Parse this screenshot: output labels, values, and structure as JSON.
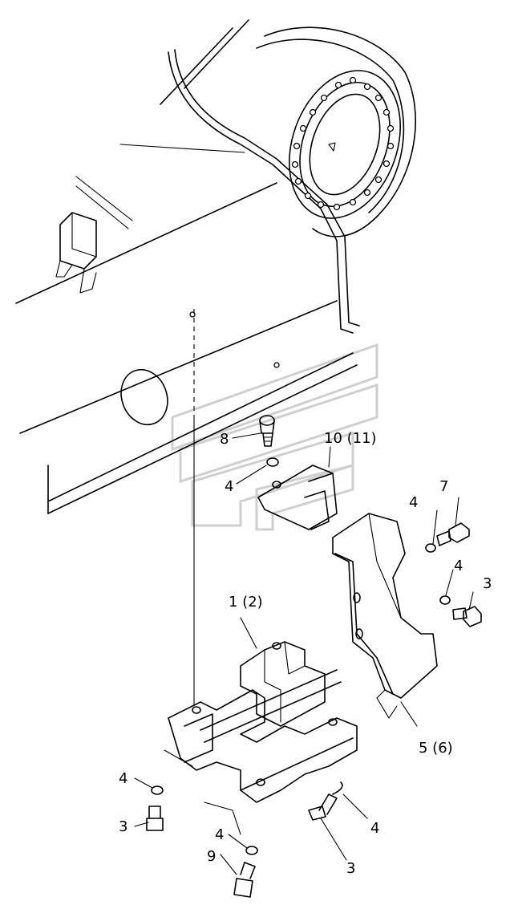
{
  "labels": {
    "p1": "1 (2)",
    "p3a": "3",
    "p3b": "3",
    "p3c": "3",
    "p4a": "4",
    "p4b": "4",
    "p4c": "4",
    "p4d": "4",
    "p4e": "4",
    "p4f": "4",
    "p5": "5 (6)",
    "p7": "7",
    "p8": "8",
    "p9": "9",
    "p10": "10 (11)"
  }
}
